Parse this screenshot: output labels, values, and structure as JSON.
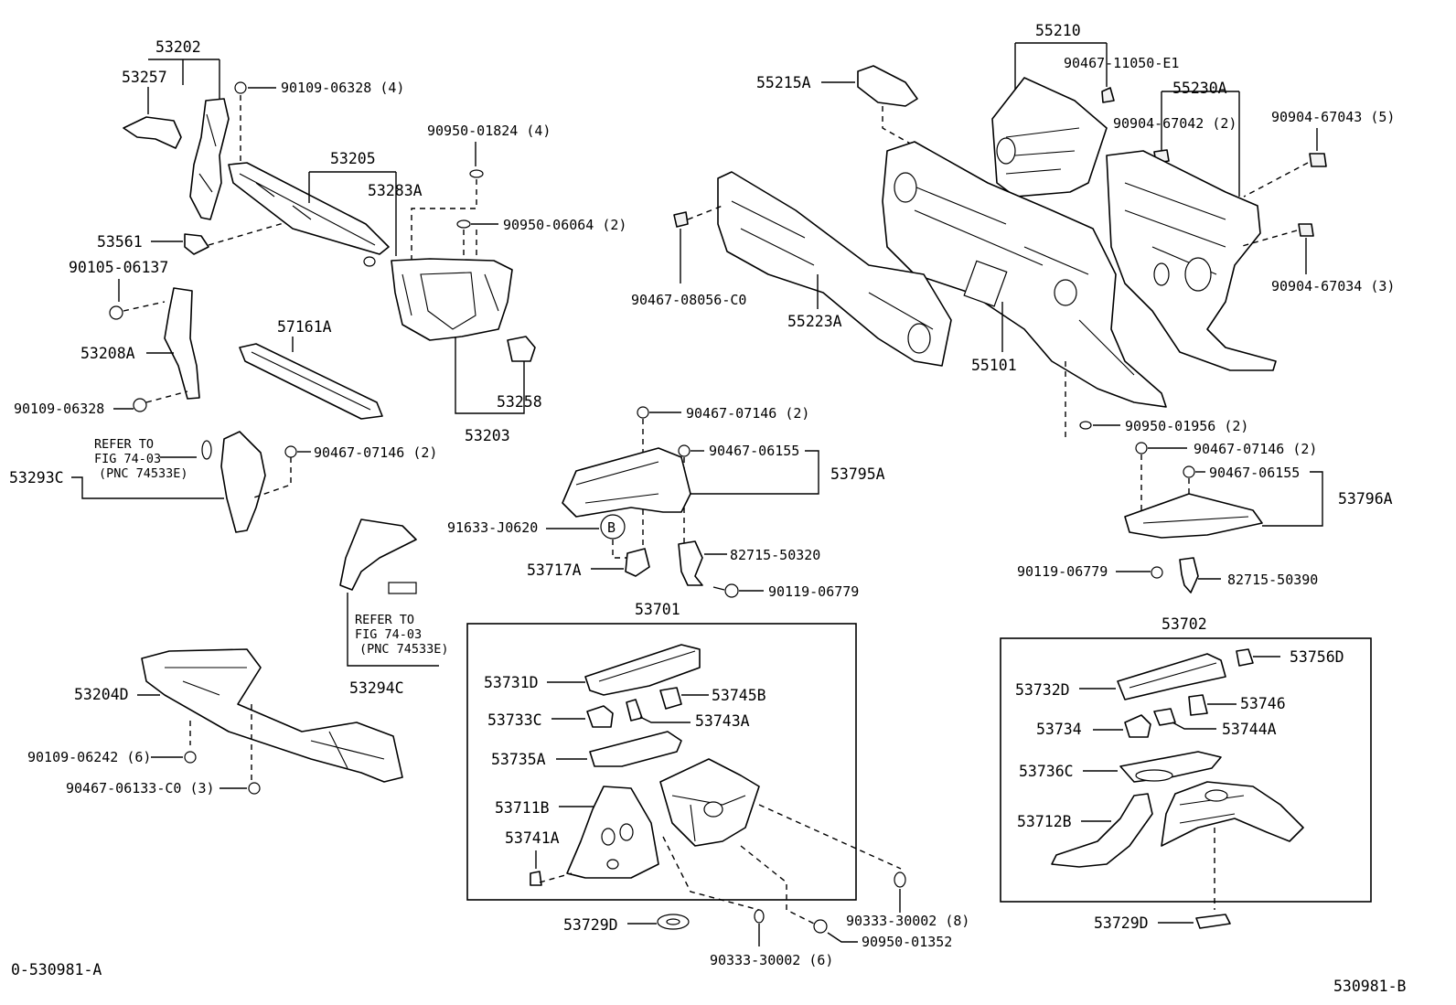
{
  "labels": {
    "p53202": "53202",
    "p53257": "53257",
    "p90109_06328_4": "90109-06328 (4)",
    "p90950_01824_4": "90950-01824 (4)",
    "p53205": "53205",
    "p53283A": "53283A",
    "p53561": "53561",
    "p90950_06064_2": "90950-06064 (2)",
    "p90105_06137": "90105-06137",
    "p53208A": "53208A",
    "p57161A": "57161A",
    "p90109_06328": "90109-06328",
    "p53258": "53258",
    "p53203": "53203",
    "p53293C": "53293C",
    "refer1_l1": "REFER TO",
    "refer1_l2": "FIG 74-03",
    "refer1_l3": "(PNC 74533E)",
    "p90467_07146_2a": "90467-07146 (2)",
    "p53294C": "53294C",
    "refer2_l1": "REFER TO",
    "refer2_l2": "FIG 74-03",
    "refer2_l3": "(PNC 74533E)",
    "p53204D": "53204D",
    "p90109_06242_6": "90109-06242 (6)",
    "p90467_06133_C0_3": "90467-06133-C0 (3)",
    "p55210": "55210",
    "p90467_11050_E1": "90467-11050-E1",
    "p55215A": "55215A",
    "p55230A": "55230A",
    "p90904_67042_2": "90904-67042 (2)",
    "p90904_67043_5": "90904-67043 (5)",
    "p90467_08056_C0": "90467-08056-C0",
    "p55223A": "55223A",
    "p55101": "55101",
    "p90904_67034_3": "90904-67034 (3)",
    "p90950_01956_2": "90950-01956 (2)",
    "p90467_07146_2b": "90467-07146 (2)",
    "p90467_06155a": "90467-06155",
    "p53795A": "53795A",
    "p91633_J0620": "91633-J0620",
    "callout_b": "B",
    "p82715_50320": "82715-50320",
    "p53717A": "53717A",
    "p90119_06779a": "90119-06779",
    "p90467_07146_2c": "90467-07146 (2)",
    "p90467_06155b": "90467-06155",
    "p53796A": "53796A",
    "p90119_06779b": "90119-06779",
    "p82715_50390": "82715-50390",
    "p53701": "53701",
    "p53731D": "53731D",
    "p53745B": "53745B",
    "p53733C": "53733C",
    "p53743A": "53743A",
    "p53735A": "53735A",
    "p53711B": "53711B",
    "p53741A": "53741A",
    "p90333_30002_8": "90333-30002 (8)",
    "p90950_01352": "90950-01352",
    "p53729Da": "53729D",
    "p90333_30002_6": "90333-30002 (6)",
    "p53702": "53702",
    "p53756D": "53756D",
    "p53732D": "53732D",
    "p53746": "53746",
    "p53734": "53734",
    "p53744A": "53744A",
    "p53736C": "53736C",
    "p53712B": "53712B",
    "p53729Db": "53729D",
    "fig_left": "0-530981-A",
    "fig_right": "530981-B"
  }
}
